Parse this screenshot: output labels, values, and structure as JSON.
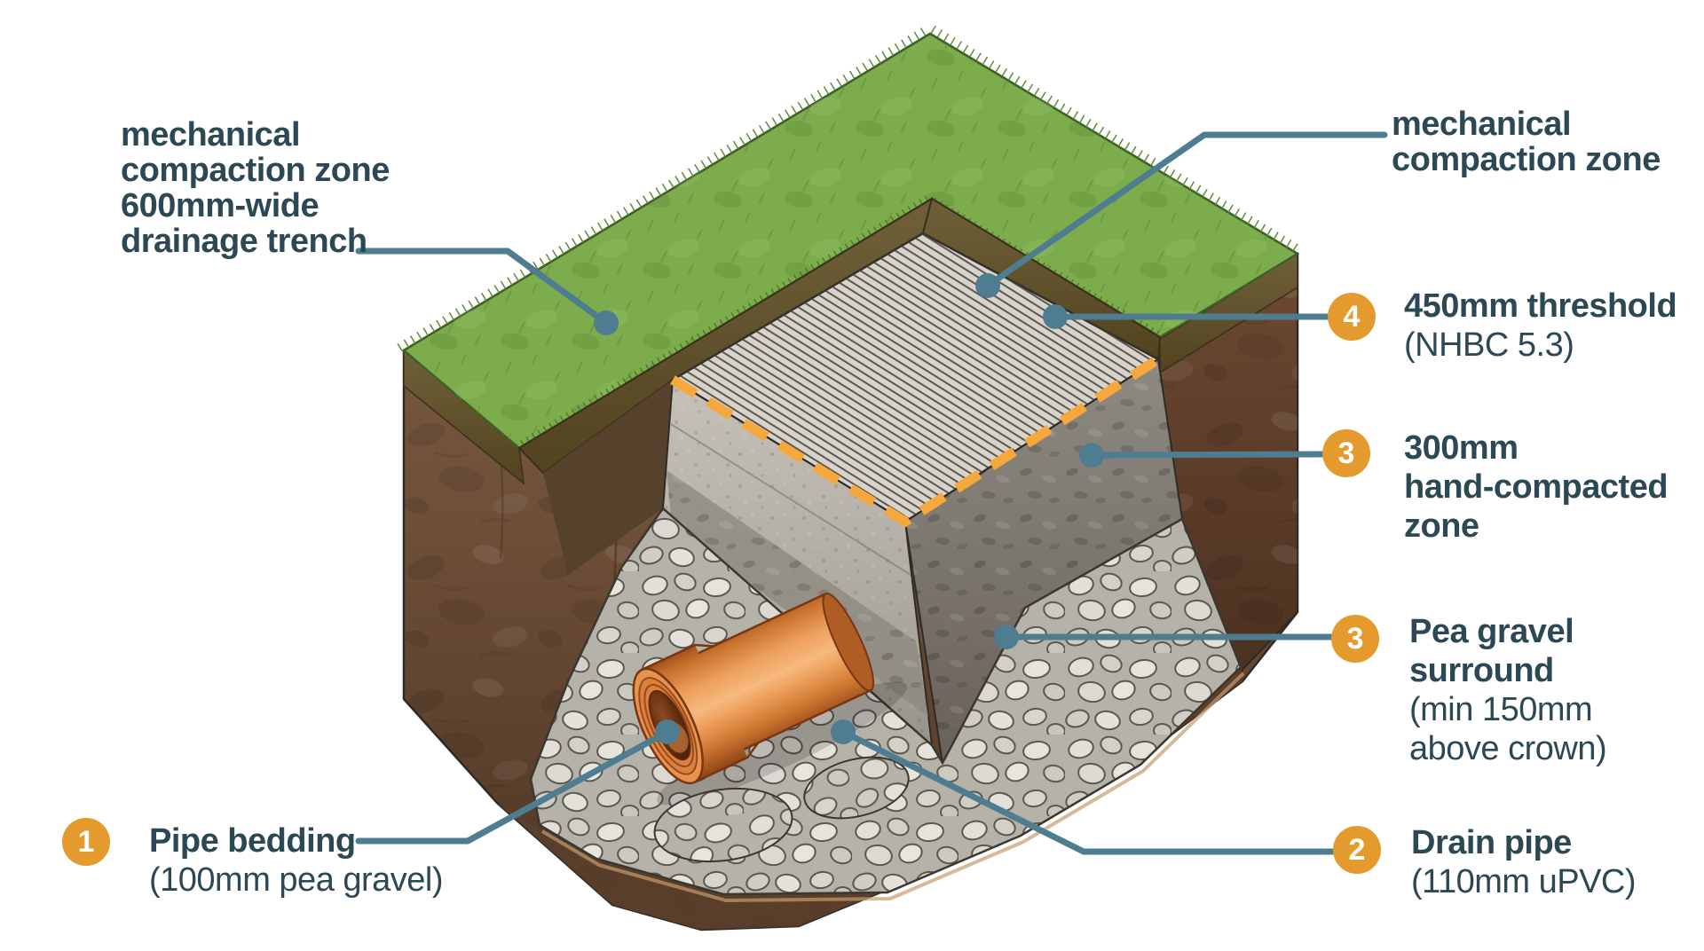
{
  "diagram": {
    "subject": "drainage trench cross-section",
    "colors": {
      "label_text": "#2c4855",
      "leader_line": "#4e7d92",
      "badge_orange": "#e49a2c",
      "threshold_dash_orange": "#f6a83d",
      "grass_green": "#7dac4c",
      "soil_brown": "#7a5a41",
      "pipe_orange": "#e08c48",
      "gravel_grey": "#c9c6be",
      "hatch_grey": "#d9d4cb"
    }
  },
  "labels": {
    "top_left": {
      "lines": [
        "mechanical",
        "compaction zone",
        "600mm-wide",
        "drainage trench"
      ]
    },
    "top_right": {
      "lines": [
        "mechanical",
        "compaction zone"
      ]
    },
    "callouts": [
      {
        "number": "4",
        "title_lines": [
          "450mm threshold"
        ],
        "sub_lines": [
          "(NHBC 5.3)"
        ]
      },
      {
        "number": "3",
        "title_lines": [
          "300mm",
          "hand-compacted",
          "zone"
        ],
        "sub_lines": []
      },
      {
        "number": "3",
        "title_lines": [
          "Pea gravel",
          "surround"
        ],
        "sub_lines": [
          "(min 150mm",
          "above crown)"
        ]
      },
      {
        "number": "2",
        "title_lines": [
          "Drain pipe"
        ],
        "sub_lines": [
          "(110mm uPVC)"
        ]
      },
      {
        "number": "1",
        "title_lines": [
          "Pipe bedding"
        ],
        "sub_lines": [
          "(100mm pea gravel)"
        ]
      }
    ]
  }
}
